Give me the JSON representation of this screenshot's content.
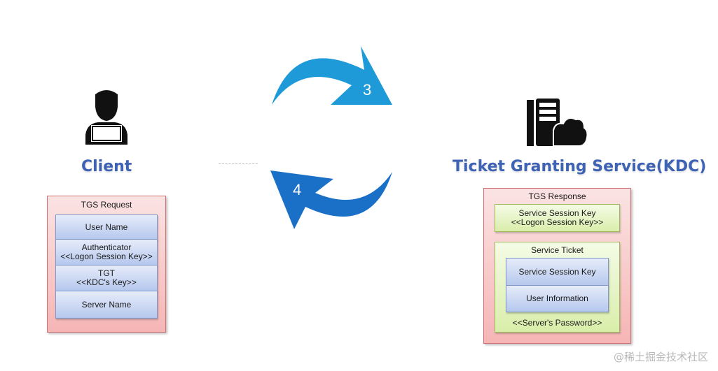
{
  "client": {
    "title": "Client",
    "request": {
      "label": "TGS Request",
      "rows": [
        {
          "line1": "User Name",
          "line2": ""
        },
        {
          "line1": "Authenticator",
          "line2": "<<Logon Session Key>>"
        },
        {
          "line1": "TGT",
          "line2": "<<KDC's Key>>"
        },
        {
          "line1": "Server Name",
          "line2": ""
        }
      ]
    }
  },
  "kdc": {
    "title": "Ticket Granting Service(KDC)",
    "response": {
      "label": "TGS Response",
      "session_key": {
        "line1": "Service Session Key",
        "line2": "<<Logon Session Key>>"
      },
      "ticket": {
        "label": "Service Ticket",
        "items": [
          "Service Session Key",
          "User Information"
        ],
        "footer": "<<Server's Password>>"
      }
    }
  },
  "arrows": {
    "top_number": "3",
    "bottom_number": "4",
    "top_color": "#1e9ad9",
    "bottom_color": "#1a6fc7"
  },
  "icons": [
    "user-laptop-icon",
    "server-cloud-icon"
  ],
  "watermark": "@稀土掘金技术社区"
}
